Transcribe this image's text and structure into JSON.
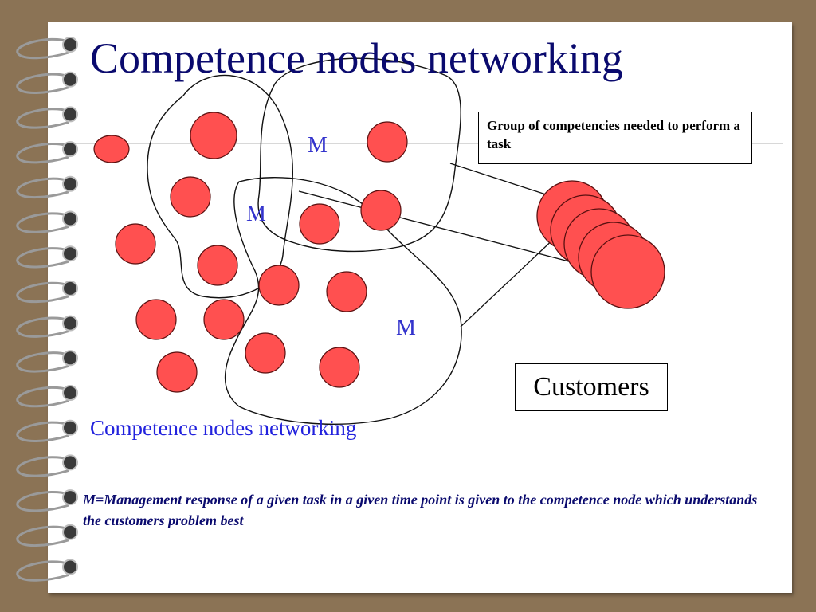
{
  "title": "Competence nodes networking",
  "group_box_text": "Group of competencies needed to perform a task",
  "customers_label": "Customers",
  "caption": "Competence nodes networking",
  "note": "M=Management response of a given task in a given time point is given to the competence node which understands the customers problem best",
  "m_label": "M",
  "colors": {
    "background": "#8B7355",
    "node_fill": "#FF5050",
    "title_text": "#0A0A6E",
    "caption_text": "#2222DD",
    "m_text": "#3333CC"
  }
}
